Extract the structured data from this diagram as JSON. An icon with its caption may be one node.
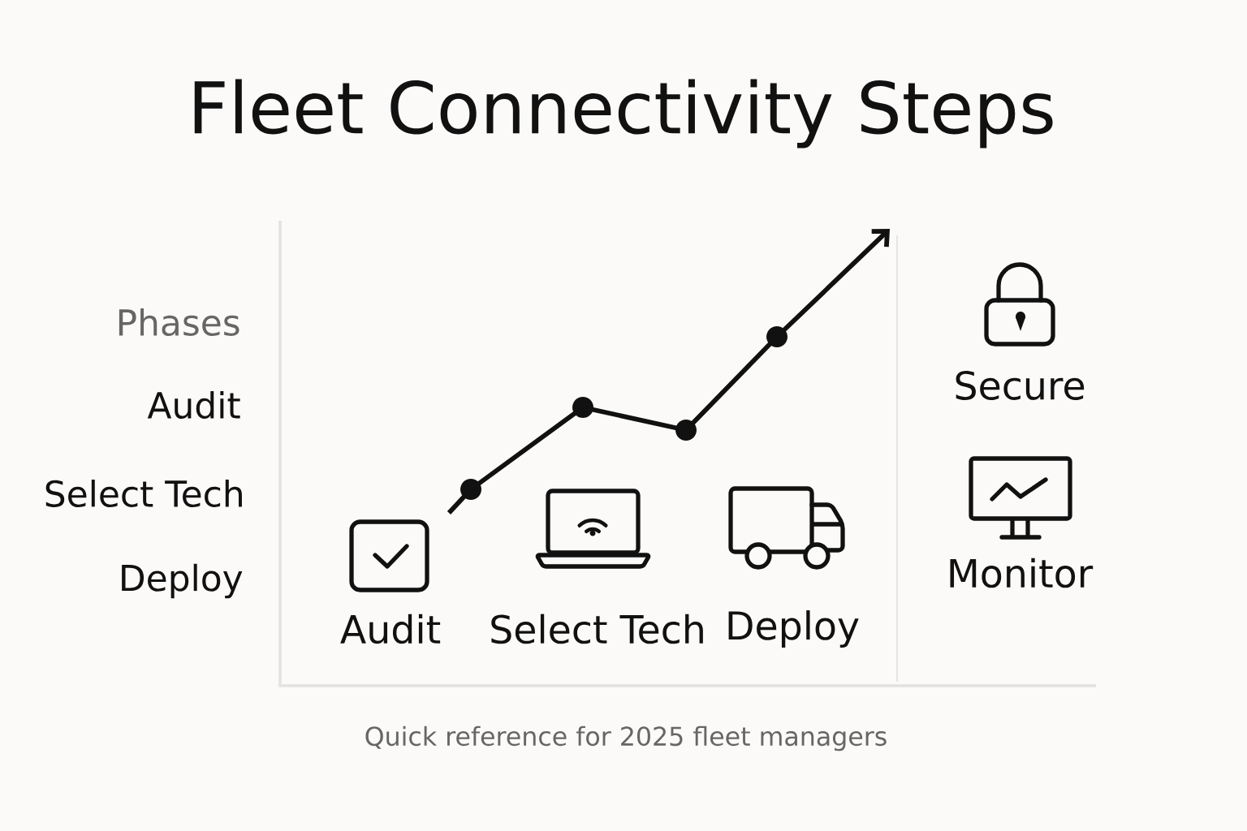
{
  "diagram": {
    "title": "Fleet Connectivity Steps",
    "caption": "Quick reference for 2025 fleet managers",
    "labels": [
      "Phases",
      "Audit",
      "Select Tech",
      "Deploy",
      "Audit",
      "Select Tech",
      "Deploy",
      "Secure",
      "Monitor"
    ]
  }
}
